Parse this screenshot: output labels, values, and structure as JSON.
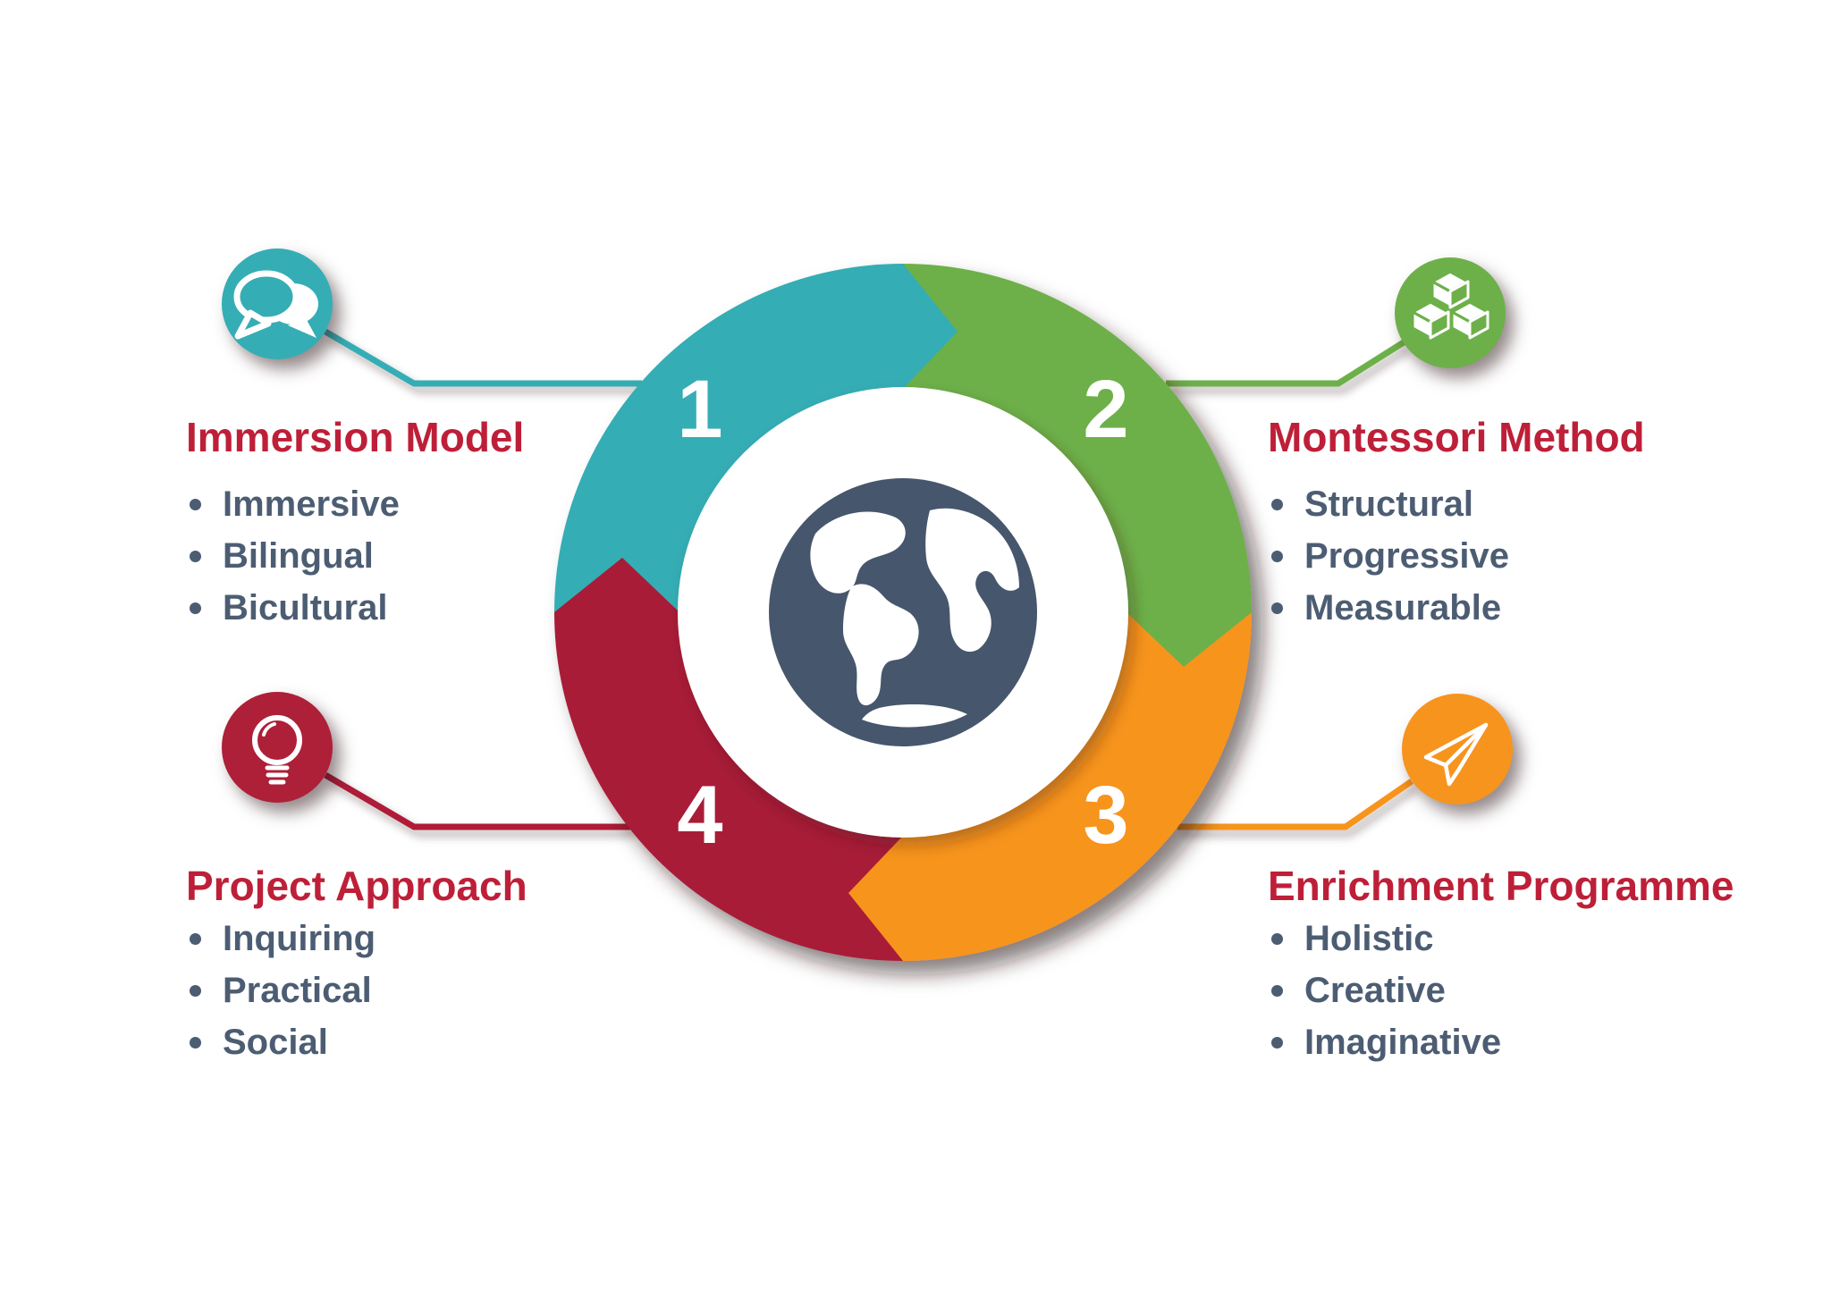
{
  "colors": {
    "teal": "#35ADB5",
    "green": "#6DB04A",
    "orange": "#F7941E",
    "red": "#A81F37",
    "badge_red": "#AE1F38",
    "title_crimson": "#BE1F38",
    "bullet_slate": "#4C5D73",
    "globe_slate": "#46566C",
    "white": "#FFFFFF"
  },
  "sections": [
    {
      "number": "1",
      "title": "Immersion Model",
      "items": [
        "Immersive",
        "Bilingual",
        "Bicultural"
      ],
      "icon": "speech-bubbles-icon",
      "color_key": "teal"
    },
    {
      "number": "2",
      "title": "Montessori Method",
      "items": [
        "Structural",
        "Progressive",
        "Measurable"
      ],
      "icon": "cubes-icon",
      "color_key": "green"
    },
    {
      "number": "3",
      "title": "Enrichment Programme",
      "items": [
        "Holistic",
        "Creative",
        "Imaginative"
      ],
      "icon": "paper-plane-icon",
      "color_key": "orange"
    },
    {
      "number": "4",
      "title": "Project Approach",
      "items": [
        "Inquiring",
        "Practical",
        "Social"
      ],
      "icon": "lightbulb-icon",
      "color_key": "red"
    }
  ],
  "center_icon": "globe-icon"
}
